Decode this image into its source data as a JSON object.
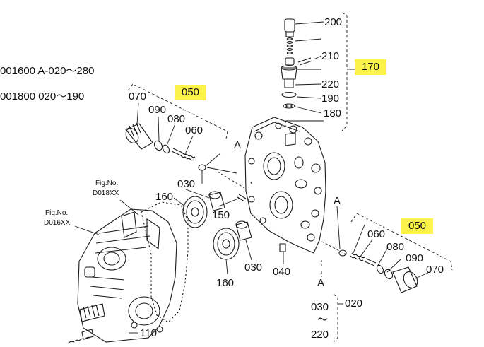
{
  "notes": [
    "001600 A-020～280",
    "001800 020～190"
  ],
  "labels": {
    "p200": "200",
    "p210": "210",
    "p170": "170",
    "p220": "220",
    "p190": "190",
    "p180": "180",
    "p070_left": "070",
    "p090_left": "090",
    "p080_left": "080",
    "p060_left": "060",
    "p050_left": "050",
    "a_left": "A",
    "fig_d018_a": "Fig.No.",
    "fig_d018_b": "D018XX",
    "fig_d016_a": "Fig.No.",
    "fig_d016_b": "D016XX",
    "p160_top": "160",
    "p030_top": "030",
    "p150": "150",
    "p160_bottom": "160",
    "p030_bottom": "030",
    "p040": "040",
    "a_right": "A",
    "p060_right": "060",
    "p050_right": "050",
    "p080_right": "080",
    "p090_right": "090",
    "p070_right": "070",
    "a_bottom": "A",
    "p030_range": "030",
    "range_sym": "～",
    "p220_range": "220",
    "p020": "020",
    "p110": "110"
  },
  "colors": {
    "highlight": "#fbf24a",
    "ink": "#1a1a1a"
  }
}
